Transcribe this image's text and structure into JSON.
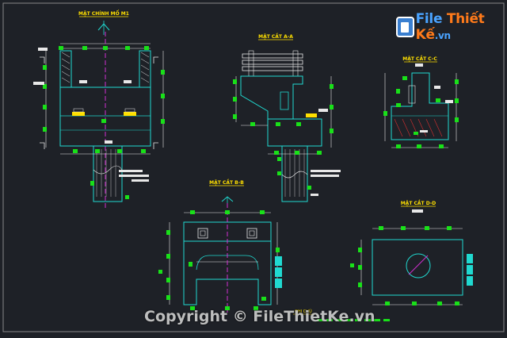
{
  "titles": {
    "front": "MẶT CHÍNH MỐ M1",
    "sectionA": "MẶT CẮT A-A",
    "sectionC": "MẶT CẮT C-C",
    "sectionB": "MẶT CẮT B-B",
    "sectionD": "MẶT CẮT D-D",
    "notes": "GHI CHÚ"
  },
  "watermark": {
    "logo_file": "File",
    "logo_thiet": "Thiết",
    "logo_ke": "Kế",
    "logo_domain": ".vn",
    "copyright": "Copyright © FileThietKe.vn"
  },
  "colors": {
    "background": "#1e2127",
    "outline": "#20d9d0",
    "dimension": "#e8e8e8",
    "tag": "#19e019",
    "label": "#ffe000",
    "axis": "#d02fd0",
    "hatch": "#d83030"
  },
  "icons": [
    "file-logo-icon",
    "north-arrow-icon"
  ]
}
